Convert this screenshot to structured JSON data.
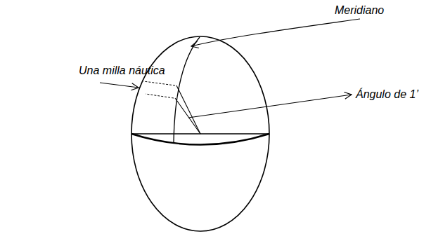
{
  "diagram": {
    "labels": [
      "Meridiano",
      "Una milla náutica",
      "Ángulo de 1’"
    ]
  }
}
